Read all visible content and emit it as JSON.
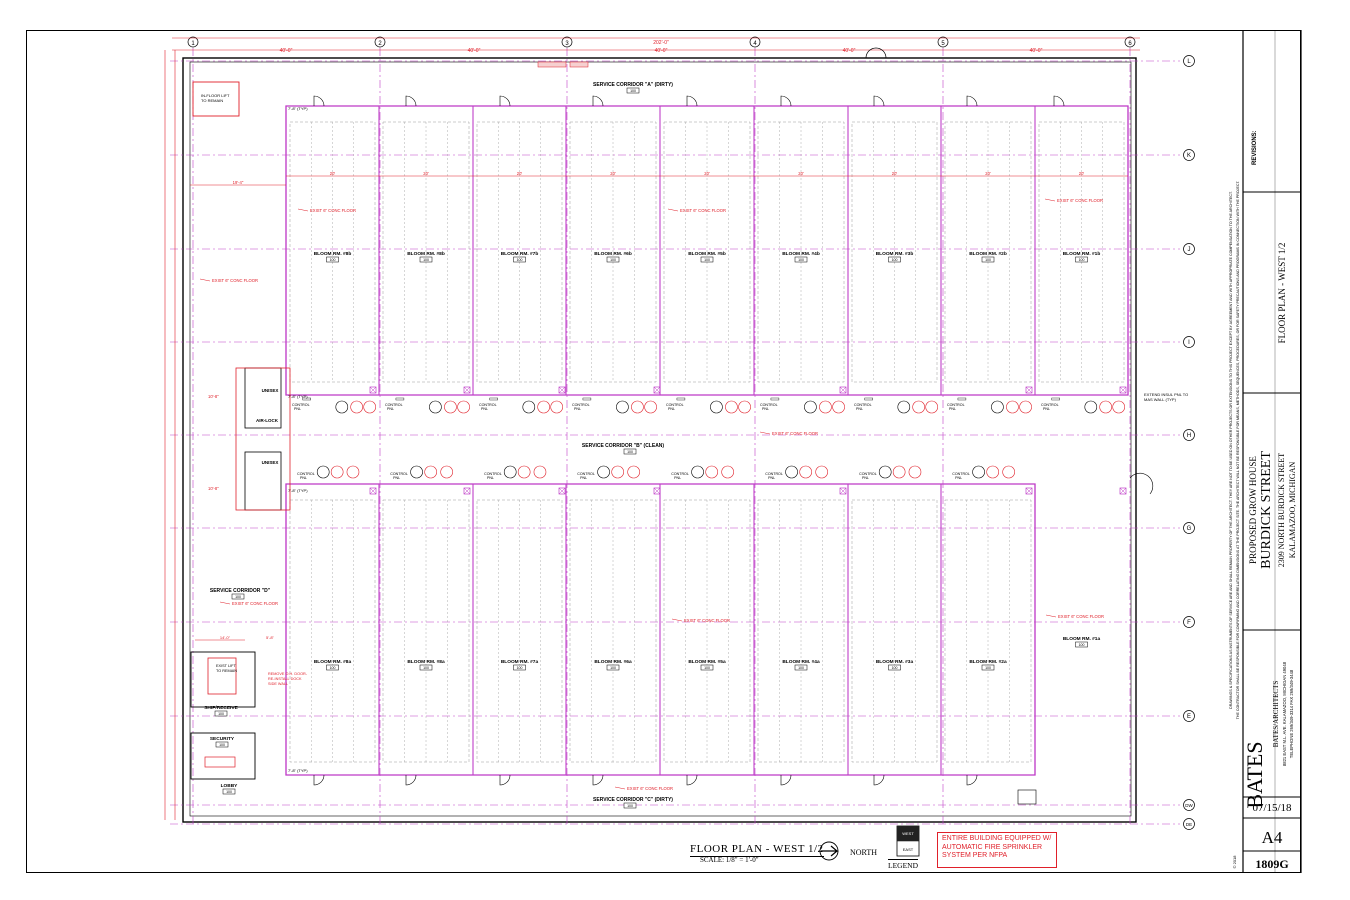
{
  "sheet": {
    "project_title": "PROPOSED GROW HOUSE",
    "project_name": "BURDICK STREET",
    "address_1": "2309 NORTH BURDICK STREET",
    "address_2": "KALAMAZOO, MICHIGAN",
    "sheet_title": "FLOOR PLAN  -  WEST 1/2",
    "revisions_label": "REVISIONS:",
    "date": "07/15/18",
    "sheet_number": "A4",
    "job_number": "1809G",
    "firm_logo": "BATES",
    "firm_name": "BATES/ARCHITECTS",
    "firm_address": "8821 EAST M.L. AVE. KALAMAZOO, MICHIGAN 49048",
    "firm_phone": "TELEPHONE 269/349-3314 FAX 269/349-3448",
    "copyright_note": "DRAWINGS & SPECIFICATIONS AS INSTRUMENTS OF SERVICE ARE AND SHALL REMAIN PROPERTY OF THE ARCHITECT. THEY ARE NOT TO BE USED ON OTHER PROJECTS OR EXTENSIONS TO THIS PROJECT EXCEPT BY AGREEMENT AND WITH APPROPRIATE COMPENSATION TO THE ARCHITECT.",
    "contractor_note": "THE CONTRACTOR SHALL BE RESPONSIBLE FOR CONFIRMING AND CORRELATING DIMENSIONS AT THE PROJECT SITE. THE ARCHITECT WILL NOT BE RESPONSIBLE FOR MEANS, METHODS, SEQUENCES, PROCEDURES, OR FOR SAFETY PRECAUTIONS AND PROGRAMS IN CONNECTION WITH THE PROJECT.",
    "copyright_year": "© 2018"
  },
  "plan": {
    "title": "FLOOR PLAN - WEST 1/2",
    "scale": "SCALE: 1/8\" = 1'-0\"",
    "north": "NORTH",
    "legend": "LEGEND",
    "legend_west": "WEST",
    "legend_east": "EAST",
    "sprinkler_note": "ENTIRE BUILDING EQUIPPED W/ AUTOMATIC FIRE SPRINKLER SYSTEM PER NFPA",
    "column_grid": [
      "1",
      "2",
      "3",
      "4",
      "5",
      "6"
    ],
    "row_grid": [
      "L",
      "K",
      "J",
      "I",
      "H",
      "G",
      "F",
      "E",
      "DW",
      "DE"
    ],
    "overall_dim": "202'-0\"",
    "bay_dims": [
      "40'-0\"",
      "40'-0\"",
      "40'-0\"",
      "40'-0\"",
      "40'-0\""
    ],
    "room_pitch_dim": "20'",
    "typ_dim": "7'-8\" (TYP)",
    "corridors": {
      "a": "SERVICE CORRIDOR \"A\" (DIRTY)",
      "b": "SERVICE CORRIDOR \"B\" (CLEAN)",
      "c": "SERVICE CORRIDOR \"C\" (DIRTY)",
      "d": "SERVICE CORRIDOR \"D\""
    },
    "room_tag": "100",
    "floor_note": "EXIST 6\" CONC FLOOR",
    "upper_rooms": [
      "BLOOM RM. #8b",
      "BLOOM RM. #8b",
      "BLOOM RM. #7b",
      "BLOOM RM. #6b",
      "BLOOM RM. #5b",
      "BLOOM RM. #4b",
      "BLOOM RM. #3b",
      "BLOOM RM. #2b",
      "BLOOM RM. #1b"
    ],
    "lower_rooms": [
      "BLOOM RM. #8a",
      "BLOOM RM. #8a",
      "BLOOM RM. #7a",
      "BLOOM RM. #6a",
      "BLOOM RM. #5a",
      "BLOOM RM. #4a",
      "BLOOM RM. #3a",
      "BLOOM RM. #2a",
      "BLOOM RM. #1a"
    ],
    "support_rooms": {
      "unisex_1": "UNISEX",
      "air_lock": "AIR-LOCK",
      "unisex_2": "UNISEX",
      "ship_receive": "SHIP/RECEIVE",
      "security": "SECURITY",
      "lobby": "LOBBY"
    },
    "notes": {
      "in_floor_lift": "IN-FLOOR LIFT TO REMAIN",
      "exist_lift": "EXIST LIFT TO REMAIN",
      "remove_door": "REMOVE O.H. DOOR- RE-INSTALL DOCK SIDE WALL",
      "extend_panel": "EXTEND INSUL PNL TO MAS WALL (TYP)",
      "control_pnl": "CONTROL PNL",
      "dehu": "DEHU"
    },
    "dims_left": [
      "19'-4\"",
      "10'-8\"",
      "10'-8\"",
      "14'-0\"",
      "5'-8\""
    ]
  },
  "colors": {
    "red": "#e0202a",
    "magenta": "#c040c8",
    "gray": "#9a9a9a",
    "black": "#000000"
  }
}
